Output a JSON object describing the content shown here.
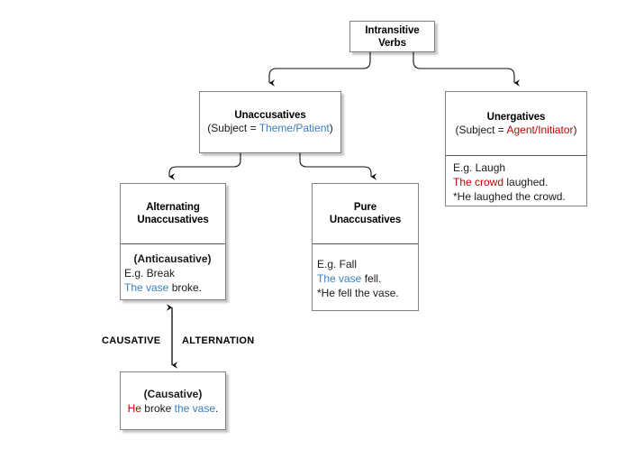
{
  "diagram": {
    "title": "Intransitive Verbs classification tree",
    "colors": {
      "blue": "#3b7fc4",
      "red": "#c00000",
      "box_border": "#808080",
      "divider": "#555555",
      "edge": "#111111",
      "background": "#ffffff"
    },
    "nodes": {
      "intransitive_verbs": {
        "head": [
          "Intransitive",
          "Verbs"
        ]
      },
      "unaccusatives": {
        "head": [
          "Unaccusatives"
        ],
        "subject_prefix": "(Subject = ",
        "subject_role": "Theme/Patient",
        "subject_suffix": ")"
      },
      "unergatives": {
        "head": [
          "Unergatives"
        ],
        "subject_prefix": "(Subject = ",
        "subject_role": "Agent/Initiator",
        "subject_suffix": ")",
        "examples": {
          "line1": "E.g. Laugh",
          "line2_arg": "The crowd",
          "line2_rest": " laughed.",
          "line3": "*He laughed the crowd."
        }
      },
      "alternating_unaccusatives": {
        "head": [
          "Alternating",
          "Unaccusatives"
        ],
        "examples": {
          "label": "(Anticausative)",
          "line1": "E.g. Break",
          "line2_arg": "The vase",
          "line2_rest": " broke."
        }
      },
      "pure_unaccusatives": {
        "head": [
          "Pure",
          "Unaccusatives"
        ],
        "examples": {
          "line1": "E.g. Fall",
          "line2_arg": "The vase",
          "line2_rest": " fell.",
          "line3": "*He fell the vase."
        }
      },
      "causative": {
        "label": "(Causative)",
        "sentence_subject": "He",
        "sentence_verb": " broke ",
        "sentence_object": "the vase",
        "sentence_end": "."
      }
    },
    "edge_labels": {
      "causative": "CAUSATIVE",
      "alternation": "ALTERNATION"
    }
  }
}
